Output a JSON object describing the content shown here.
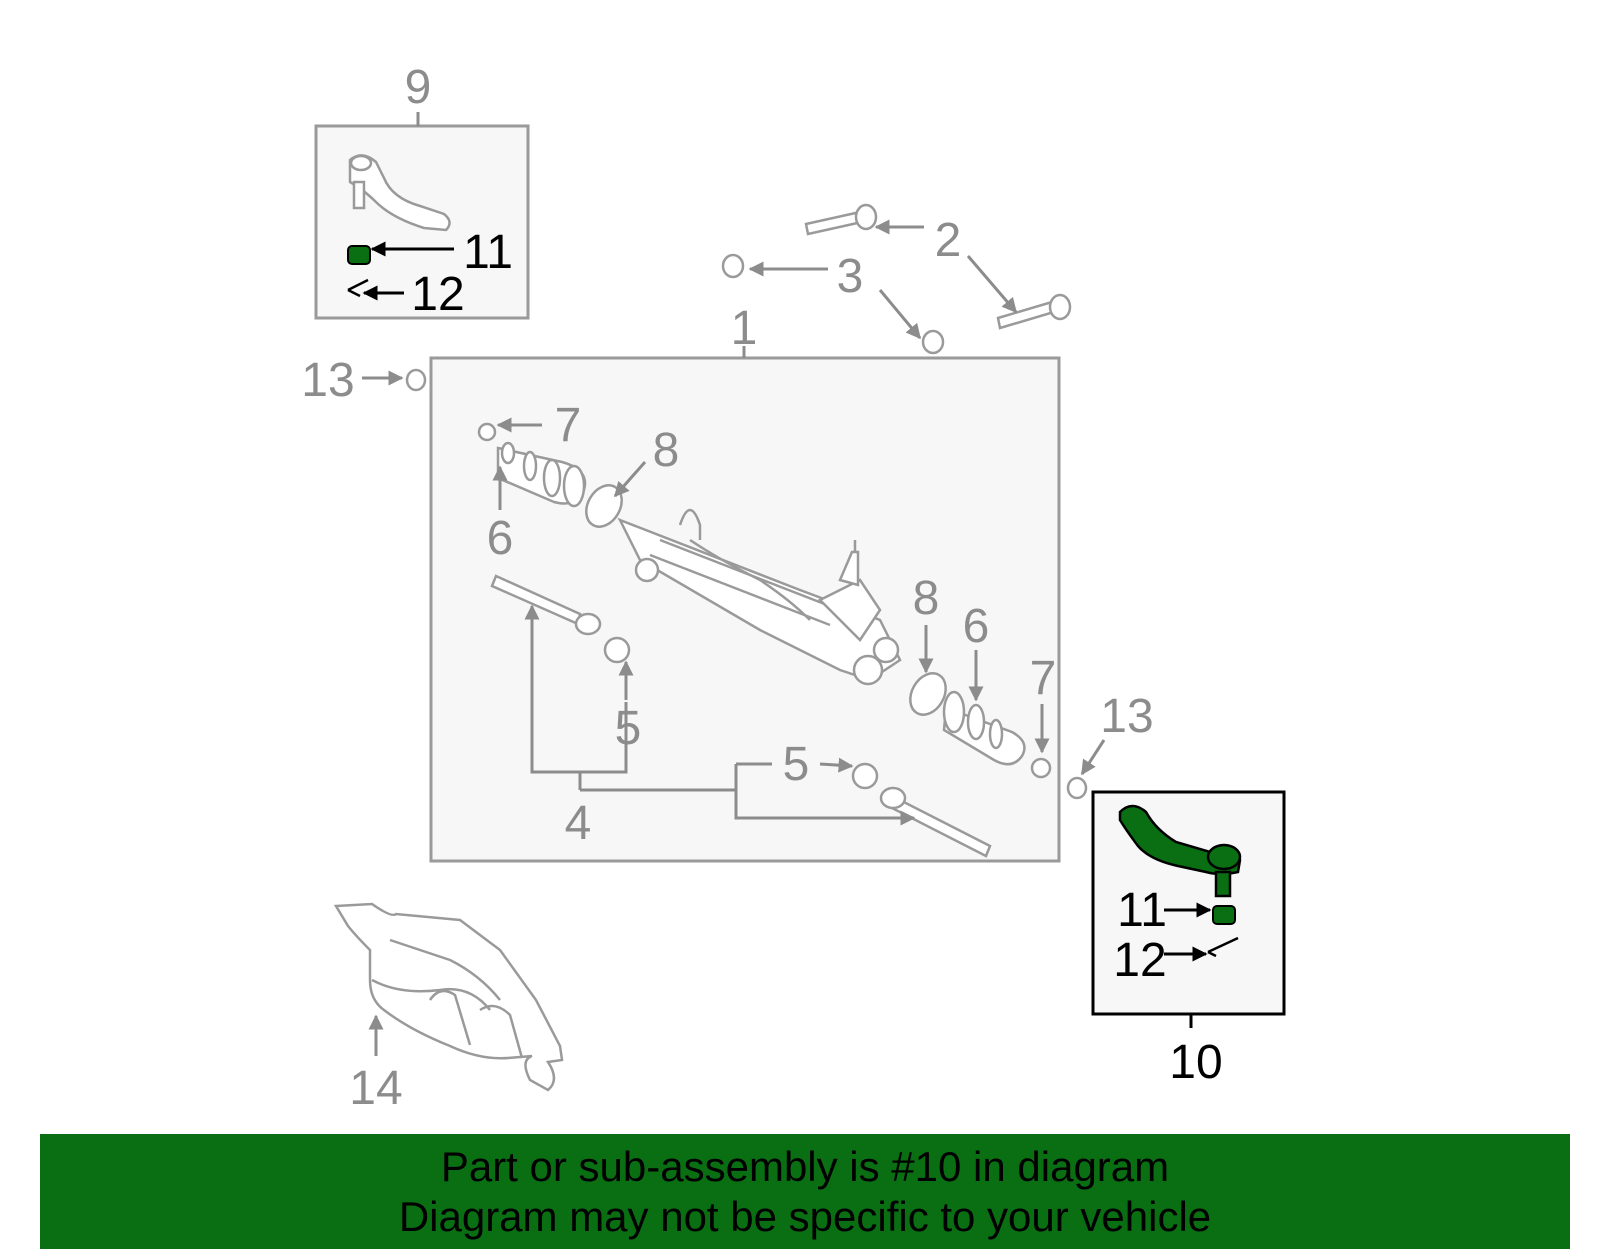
{
  "callouts": {
    "c1": "1",
    "c2": "2",
    "c3": "3",
    "c4": "4",
    "c5a": "5",
    "c5b": "5",
    "c6a": "6",
    "c6b": "6",
    "c7a": "7",
    "c7b": "7",
    "c8a": "8",
    "c8b": "8",
    "c9": "9",
    "c10": "10",
    "c11a": "11",
    "c11b": "11",
    "c12a": "12",
    "c12b": "12",
    "c13a": "13",
    "c13b": "13",
    "c14": "14"
  },
  "banner": {
    "line1": "Part or sub-assembly is #10 in diagram",
    "line2": "Diagram may not be specific to your vehicle"
  },
  "colors": {
    "highlight": "#0a6e12",
    "banner": "#0a6e12",
    "line_gray": "#8c8c8c",
    "box_fill": "#f7f7f7"
  }
}
